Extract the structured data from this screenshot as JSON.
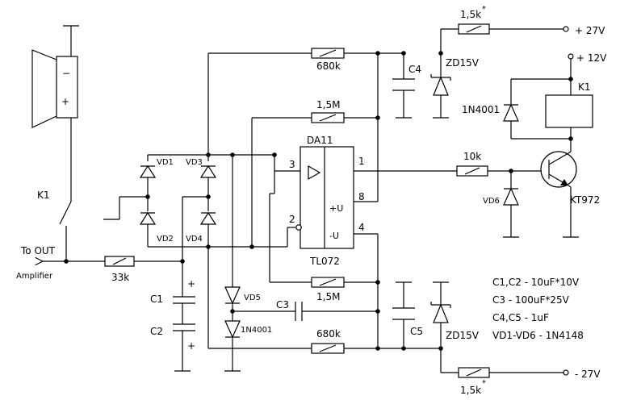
{
  "labels": {
    "r_top": "1,5k",
    "r_top_star": "*",
    "plus27": "+ 27V",
    "plus12": "+ 12V",
    "r_680_top": "680k",
    "c4": "C4",
    "zd_top": "ZD15V",
    "r_15m_top": "1,5M",
    "k1_right": "K1",
    "diode_1n4001_right": "1N4001",
    "da": "DA11",
    "pin1": "1",
    "pin3": "3",
    "pin2": "2",
    "pin8": "8",
    "pin4": "4",
    "plus_u": "+U",
    "minus_u": "-U",
    "opamp": "TL072",
    "r_10k": "10k",
    "vd6": "VD6",
    "kt972": "KT972",
    "vd1": "VD1",
    "vd3": "VD3",
    "vd2": "VD2",
    "vd4": "VD4",
    "k1_left": "K1",
    "to_out": "To OUT",
    "amplifier": "Amplifier",
    "r_33k": "33k",
    "c1": "C1",
    "c2": "C2",
    "vd5": "VD5",
    "c3": "C3",
    "diode_1n4001_left": "1N4001",
    "r_15m_bot": "1,5M",
    "r_680_bot": "680k",
    "c5": "C5",
    "zd_bot": "ZD15V",
    "minus27": "- 27V",
    "r_bot": "1,5k",
    "r_bot_star": "*",
    "spk_minus": "−",
    "spk_plus": "+",
    "plus_c1": "+",
    "plus_c2": "+"
  },
  "notes": [
    "C1,C2 - 10uF*10V",
    "C3 - 100uF*25V",
    "C4,C5 - 1uF",
    "VD1-VD6 - 1N4148"
  ]
}
